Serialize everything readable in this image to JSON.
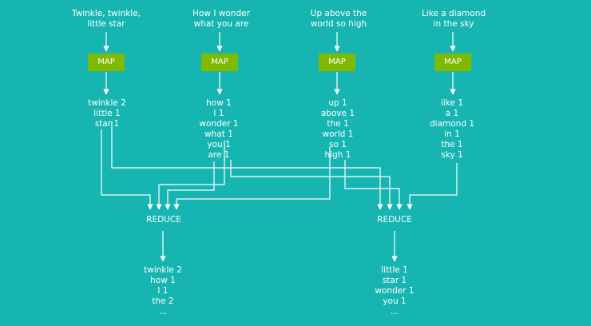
{
  "inputs": [
    [
      "Twinkle, twinkle,",
      "little star"
    ],
    [
      "How I wonder",
      "what you are"
    ],
    [
      "Up above the",
      "world so high"
    ],
    [
      "Like a diamond",
      "in the sky"
    ]
  ],
  "map_label": "MAP",
  "map_outputs": [
    [
      "twinkle 2",
      "little 1",
      "star 1"
    ],
    [
      "how 1",
      "I 1",
      "wonder 1",
      "what 1",
      "you 1",
      "are 1"
    ],
    [
      "up 1",
      "above 1",
      "the 1",
      "world 1",
      "so 1",
      "high 1"
    ],
    [
      "like 1",
      "a 1",
      "diamond 1",
      "in 1",
      "the 1",
      "sky 1"
    ]
  ],
  "reduce_label": "REDUCE",
  "reduce_outputs": [
    [
      "twinkle 2",
      "how 1",
      "I 1",
      "the 2",
      "..."
    ],
    [
      "little 1",
      "star 1",
      "wonder 1",
      "you 1",
      "..."
    ]
  ],
  "colors": {
    "background": "#17b5b2",
    "map_box": "#7fba00",
    "line": "#ffffff"
  }
}
